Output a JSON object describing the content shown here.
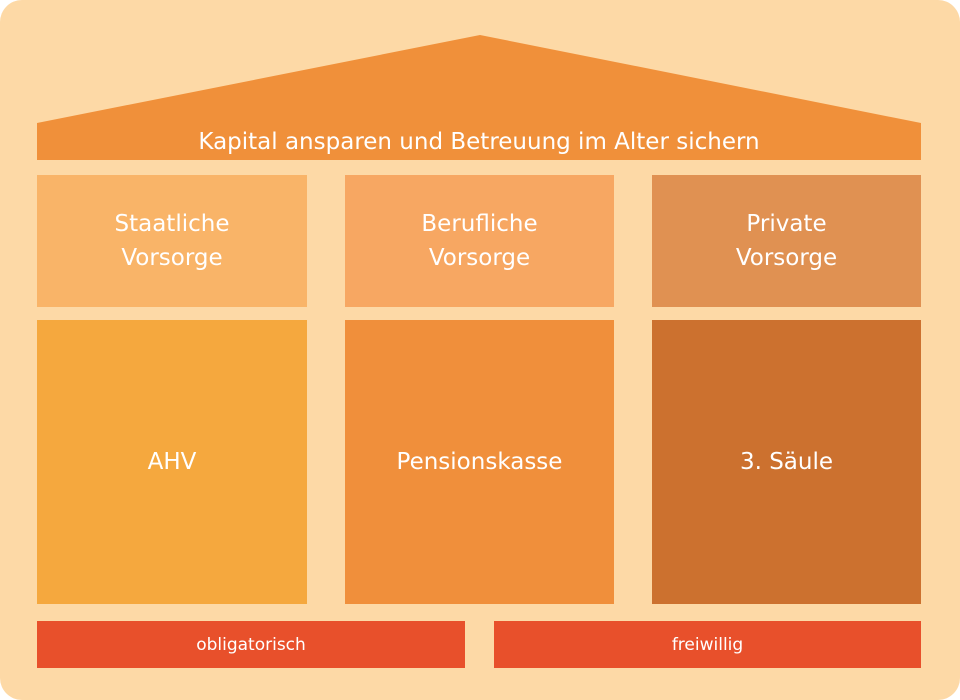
{
  "roof": {
    "title": "Kapital ansparen und Betreuung im Alter sichern"
  },
  "pillars": [
    {
      "header": "Staatliche\nVorsorge",
      "name": "AHV"
    },
    {
      "header": "Berufliche\nVorsorge",
      "name": "Pensionskasse"
    },
    {
      "header": "Private\nVorsorge",
      "name": "3. Säule"
    }
  ],
  "foundation": {
    "mandatory": "obligatorisch",
    "voluntary": "freiwillig"
  },
  "colors": {
    "background": "#fdd9a6",
    "roof": "#f0903a",
    "foundation": "#e8502b"
  }
}
